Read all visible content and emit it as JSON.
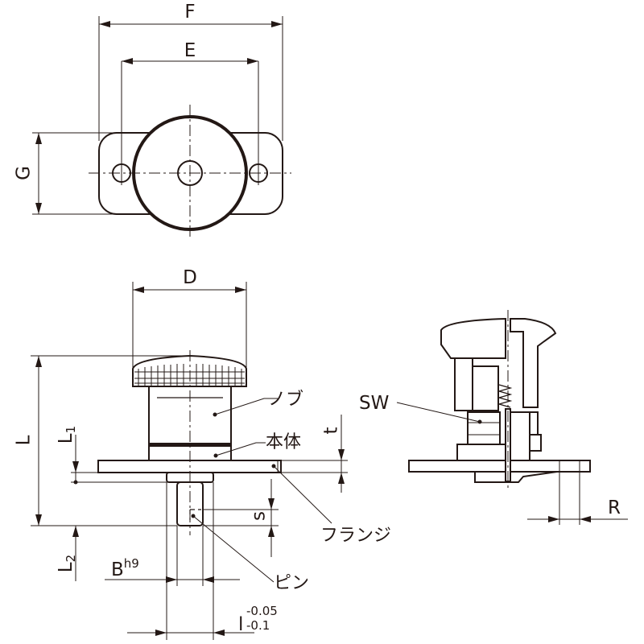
{
  "dimensions": {
    "F": "F",
    "E": "E",
    "G": "G",
    "D": "D",
    "L": "L",
    "L1_main": "L",
    "L1_sub": "1",
    "L2_main": "L",
    "L2_sub": "2",
    "t": "t",
    "s": "s",
    "B_main": "B",
    "B_sup": "h9",
    "l_main": "l",
    "l_upper": "-0.05",
    "l_lower": "-0.1",
    "R": "R",
    "SW": "SW"
  },
  "parts": {
    "knob": "ノブ",
    "body": "本体",
    "flange": "フランジ",
    "pin": "ピン"
  },
  "colors": {
    "line": "#231815",
    "background": "#ffffff"
  }
}
